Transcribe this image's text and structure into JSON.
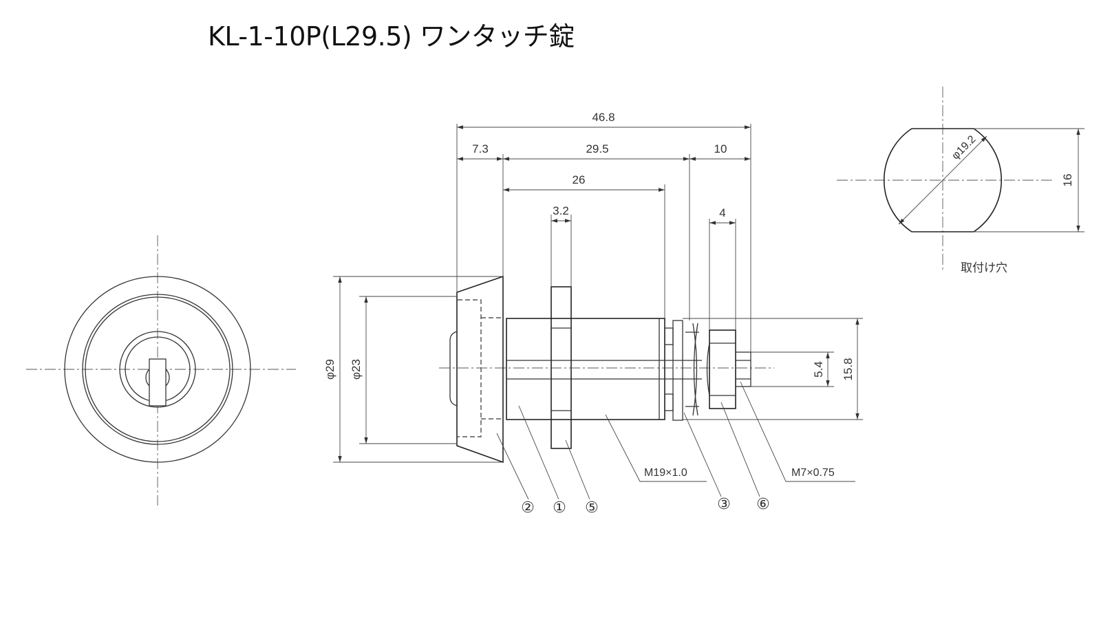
{
  "title": "KL-1-10P(L29.5) ワンタッチ錠",
  "dimensions": {
    "overall_length": "46.8",
    "front_length": "7.3",
    "body_length": "29.5",
    "rear_length": "10",
    "thread_length": "26",
    "nut_thickness": "3.2",
    "hex_nut_thickness": "4",
    "flange_diameter": "φ29",
    "face_diameter": "φ23",
    "shaft_width": "5.4",
    "body_height": "15.8",
    "hole_diameter": "φ19.2",
    "hole_width": "16"
  },
  "thread_specs": {
    "body_thread": "M19×1.0",
    "shaft_thread": "M7×0.75"
  },
  "hole_label": "取付け穴",
  "part_numbers": [
    "②",
    "①",
    "⑤",
    "③",
    "⑥"
  ]
}
